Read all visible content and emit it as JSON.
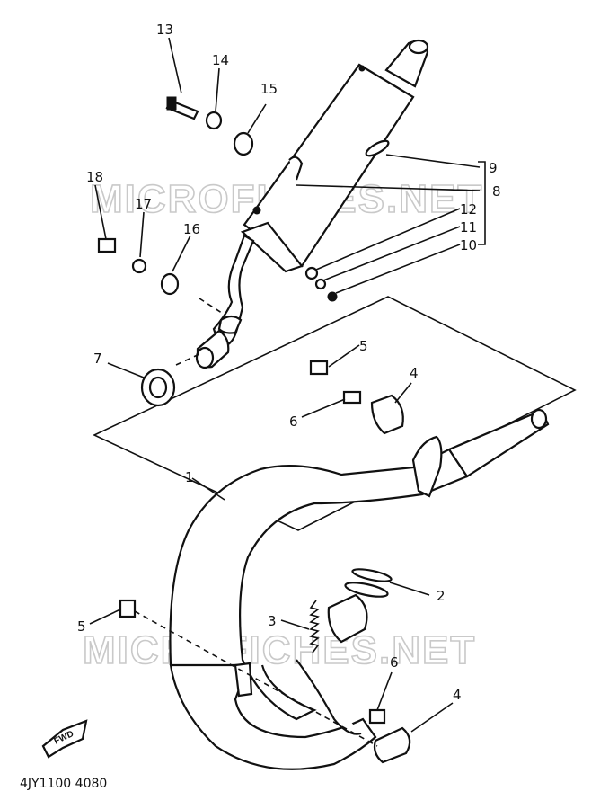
{
  "watermark": "MICROFICHES.NET",
  "part_code": "4JY1100 4080",
  "fwd_label": "FWD",
  "callouts": [
    "1",
    "2",
    "3",
    "4",
    "4",
    "5",
    "5",
    "6",
    "6",
    "7",
    "8",
    "9",
    "10",
    "11",
    "12",
    "13",
    "14",
    "15",
    "16",
    "17",
    "18"
  ]
}
